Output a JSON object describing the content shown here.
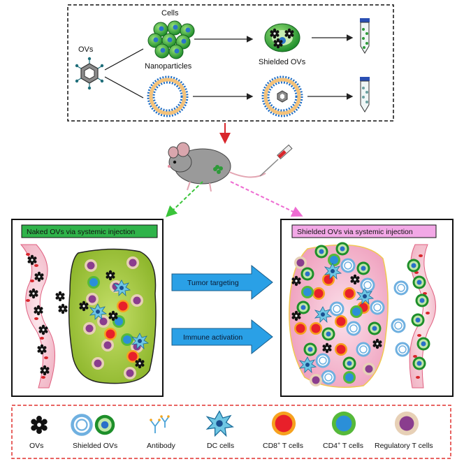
{
  "top_panel": {
    "ovs_label": "OVs",
    "cells_label": "Cells",
    "nanoparticles_label": "Nanoparticles",
    "shielded_label": "Shielded OVs"
  },
  "left_panel": {
    "title": "Naked OVs via systemic injection"
  },
  "right_panel": {
    "title": "Shielded OVs via systemic injection"
  },
  "arrows": {
    "tumor_targeting": "Tumor targeting",
    "immune_activation": "Immune activation"
  },
  "legend": {
    "ovs": "OVs",
    "shielded_ovs": "Shielded OVs",
    "antibody": "Antibody",
    "dc_cells": "DC cells",
    "cd8_prefix": "CD8",
    "cd8_suffix": " T cells",
    "cd4_prefix": "CD4",
    "cd4_suffix": " T cells",
    "treg": "Regulatory T cells",
    "sup": "+"
  },
  "colors": {
    "green_box": "#2fb34a",
    "pink_box": "#f2a8e6",
    "arrow_fill": "#2aa0e6",
    "tumor_green": "#a9cc3a",
    "tumor_pink": "#f6bfd0",
    "legend_border": "#e0312f",
    "cd8": "#e8202a",
    "cd4": "#2b8fd8",
    "treg": "#8a3d8e"
  }
}
